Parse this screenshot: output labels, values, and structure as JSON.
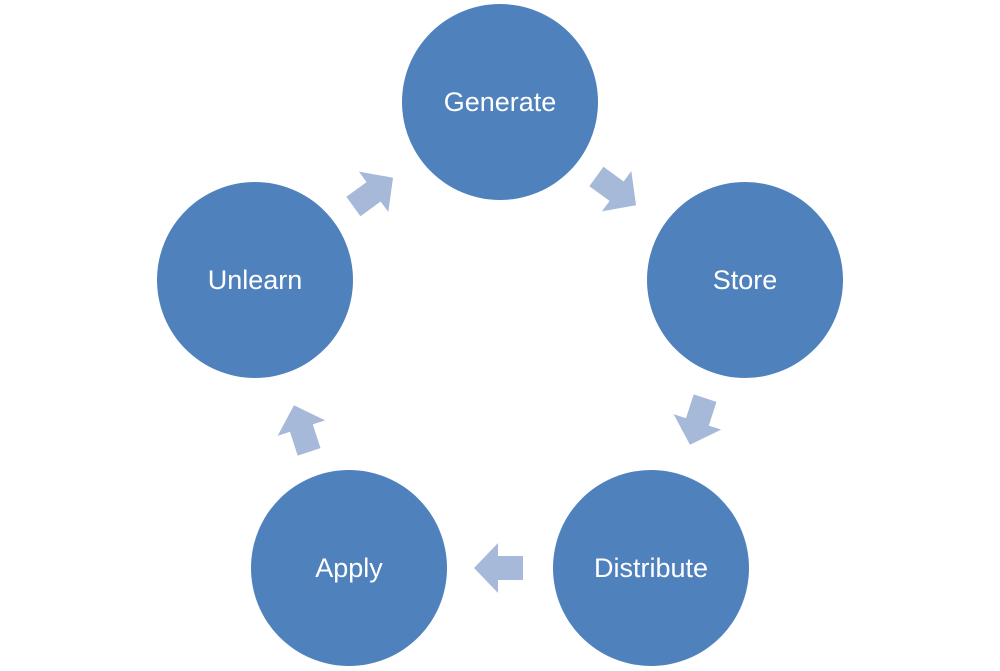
{
  "diagram": {
    "colors": {
      "node_fill": "#4f81bd",
      "arrow_fill": "#a7b9d9",
      "label_text": "#ffffff",
      "background": "#ffffff"
    },
    "nodes": [
      {
        "label": "Generate"
      },
      {
        "label": "Store"
      },
      {
        "label": "Distribute"
      },
      {
        "label": "Apply"
      },
      {
        "label": "Unlearn"
      }
    ]
  }
}
